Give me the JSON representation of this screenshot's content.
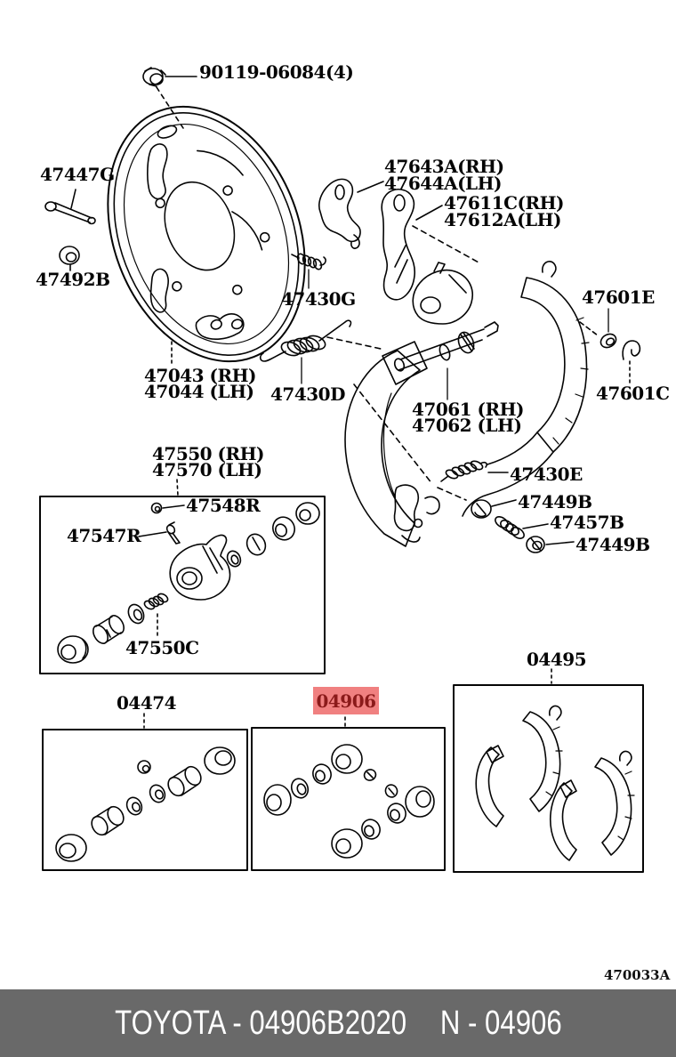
{
  "colors": {
    "highlight_bg": "#f08080",
    "highlight_text": "#8b1a1a",
    "footer_bg": "#696969",
    "footer_text": "#ffffff",
    "line_art": "#050505"
  },
  "footer": {
    "left": "TOYOTA - 04906B2020",
    "right": "N - 04906"
  },
  "diagram": {
    "ref_code": "470033A",
    "labels": {
      "bolt_top": "90119-06084(4)",
      "pin": "47447G",
      "grommet": "47492B",
      "plate_rh": "47043 (RH)",
      "plate_lh": "47044 (LH)",
      "lever1_rh": "47643A(RH)",
      "lever1_lh": "47644A(LH)",
      "lever2_rh": "47611C(RH)",
      "lever2_lh": "47612A(LH)",
      "spring_g": "47430G",
      "spring_d": "47430D",
      "ring_e": "47601E",
      "clip_c": "47601C",
      "cyl_rh": "47061 (RH)",
      "cyl_lh": "47062 (LH)",
      "wcyl_rh": "47550 (RH)",
      "wcyl_lh": "47570 (LH)",
      "bleeder_cap": "47548R",
      "bleeder_screw": "47547R",
      "wcyl_spring": "47550C",
      "spring_e": "47430E",
      "washer_1": "47449B",
      "spring_457": "47457B",
      "washer_2": "47449B",
      "kit_shoes": "04495",
      "kit_cyl": "04474",
      "kit_cups": "04906"
    }
  }
}
